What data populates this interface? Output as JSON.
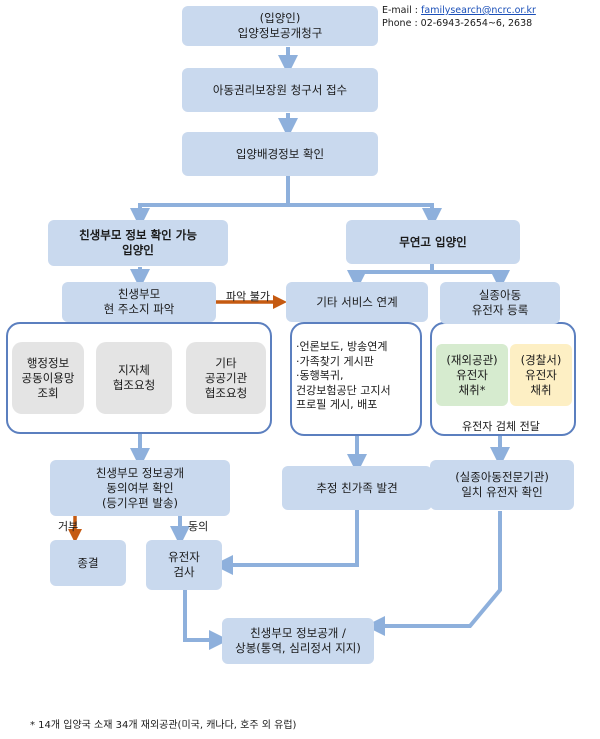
{
  "contact": {
    "email_label": "E-mail : ",
    "email": "familysearch@ncrc.or.kr",
    "phone": "Phone : 02-6943-2654~6,   2638"
  },
  "nodes": {
    "request": [
      "(입양인)",
      "입양정보공개청구"
    ],
    "receive": [
      "아동권리보장원 청구서 접수"
    ],
    "confirm_background": [
      "입양배경정보 확인"
    ],
    "parent_confirmable": [
      "친생부모 정보 확인 가능",
      "입양인"
    ],
    "no_relation": [
      "무연고 입양인"
    ],
    "find_address": [
      "친생부모",
      "현 주소지 파악"
    ],
    "other_services": [
      "기타 서비스 연계"
    ],
    "missing_registry": [
      "실종아동",
      "유전자 등록"
    ],
    "admin_network": [
      "행정정보",
      "공동이용망",
      "조회"
    ],
    "local_gov": [
      "지자체",
      "협조요청"
    ],
    "other_agency": [
      "기타",
      "공공기관",
      "협조요청"
    ],
    "overseas_sample": [
      "(재외공관)",
      "유전자",
      "채취*"
    ],
    "police_sample": [
      "(경찰서)",
      "유전자",
      "채취"
    ],
    "consent_check": [
      "친생부모 정보공개",
      "동의여부 확인",
      "(등기우편 발송)"
    ],
    "family_found": [
      "추정 친가족 발견"
    ],
    "dna_match": [
      "(실종아동전문기관)",
      "일치 유전자 확인"
    ],
    "terminate": [
      "종결"
    ],
    "dna_test": [
      "유전자",
      "검사"
    ],
    "disclosure": [
      "친생부모 정보공개 /",
      "상봉(통역, 심리정서 지지)"
    ]
  },
  "services_list": [
    "·언론보도, 방송연계",
    "·가족찾기 게시판",
    "·동행복귀,",
    " 건강보험공단 고지서",
    " 프로필 게시, 배포"
  ],
  "labels": {
    "impossible": "파악 불가",
    "refuse": "거부",
    "agree": "동의",
    "sample_deliver": "유전자 검체 전달"
  },
  "footnote": "* 14개 입양국 소재 34개 재외공관(미국, 캐나다, 호주 외 유럽)",
  "colors": {
    "box": "#c9d9ee",
    "frame": "#5b7fbf",
    "arrow": "#8eb0dc",
    "orange": "#c55a11"
  }
}
